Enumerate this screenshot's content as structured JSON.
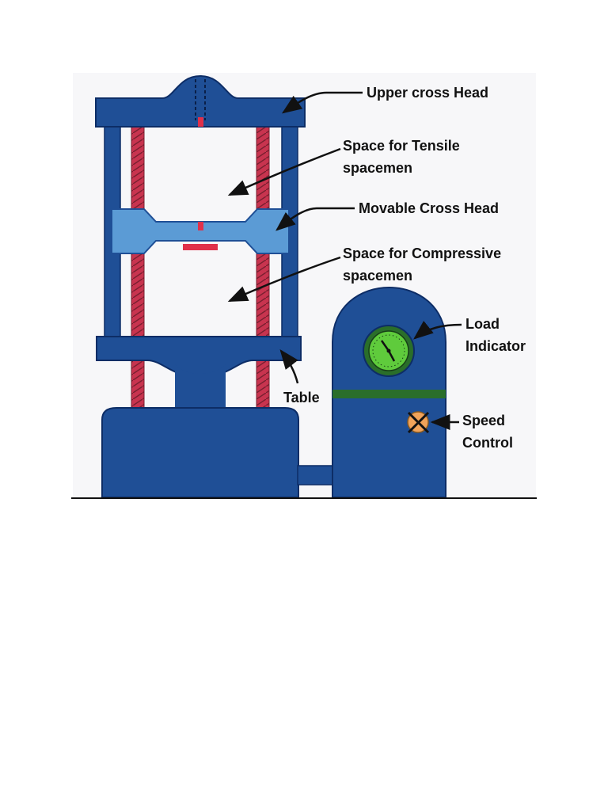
{
  "labels": {
    "upper_cross_head": "Upper cross Head",
    "tensile_space_line1": "Space for Tensile",
    "tensile_space_line2": "spacemen",
    "movable_cross_head": "Movable Cross Head",
    "compressive_space_line1": "Space for Compressive",
    "compressive_space_line2": "spacemen",
    "load_indicator_line1": "Load",
    "load_indicator_line2": "Indicator",
    "speed_control_line1": "Speed",
    "speed_control_line2": "Control",
    "table": "Table"
  },
  "colors": {
    "frame_dark_blue": "#1f4f96",
    "crosshead_light_blue": "#5b9bd5",
    "screw_red": "#c8344f",
    "gauge_green": "#5fcb3c",
    "band_green": "#2a6e2a",
    "knob_orange": "#f0a35a",
    "background": "#f7f7f9"
  }
}
